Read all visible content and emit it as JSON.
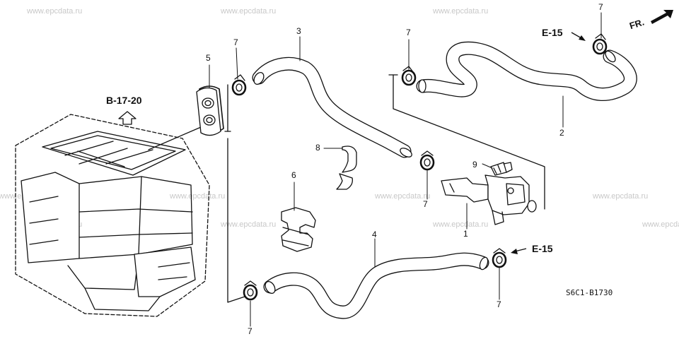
{
  "watermark": "www.epcdata.ru",
  "callouts": {
    "p1": "1",
    "p2": "2",
    "p3": "3",
    "p4": "4",
    "p5": "5",
    "p6": "6",
    "p7": "7",
    "p8": "8",
    "p9": "9"
  },
  "refs": {
    "b1720": "B-17-20",
    "e15": "E-15",
    "fr": "FR."
  },
  "diagram_code": "S6C1-B1730",
  "colors": {
    "line": "#111111",
    "hose_fill": "#ffffff",
    "watermark": "#c8c8c8"
  }
}
